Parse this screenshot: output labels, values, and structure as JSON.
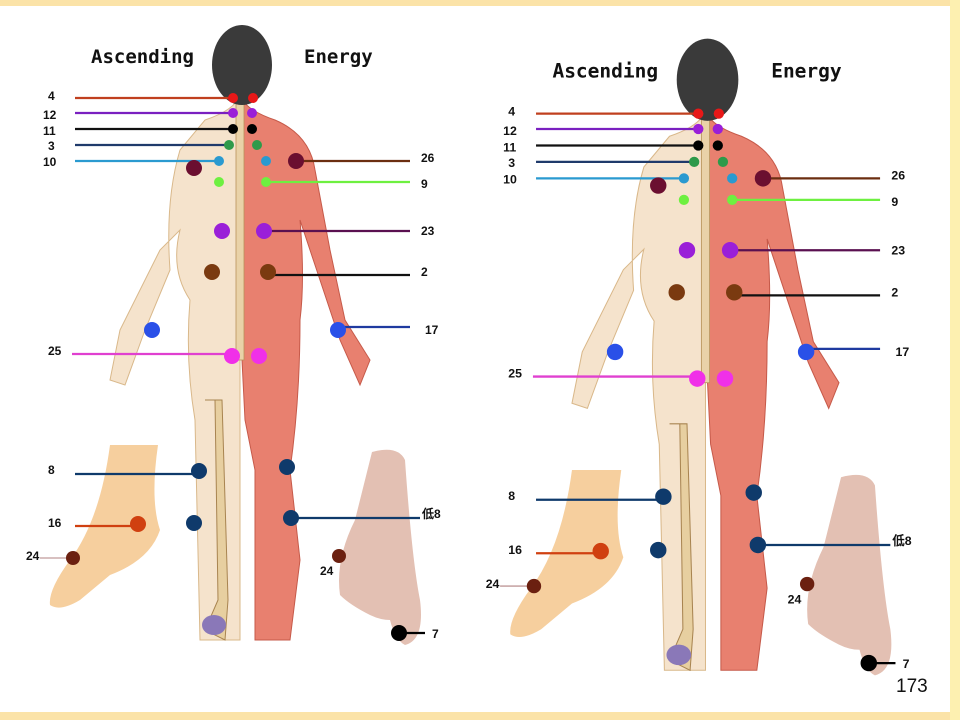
{
  "slide": {
    "page_number": "173",
    "panels": [
      {
        "title_left": "Ascending",
        "title_right": "Energy"
      },
      {
        "title_left": "Ascending",
        "title_right": "Energy"
      }
    ],
    "markers": [
      {
        "label": "4",
        "color": "#e81818",
        "line_color": "#c0401f"
      },
      {
        "label": "12",
        "color": "#9a1fd8",
        "line_color": "#7a20c0"
      },
      {
        "label": "11",
        "color": "#000000",
        "line_color": "#111111"
      },
      {
        "label": "3",
        "color": "#2e9a4a",
        "line_color": "#1f3a6b"
      },
      {
        "label": "10",
        "color": "#2a9ad0",
        "line_color": "#2a9ad0"
      },
      {
        "label": "26",
        "color": "#6b0f30",
        "line_color": "#6b2e10"
      },
      {
        "label": "9",
        "color": "#6ef040",
        "line_color": "#6ef040"
      },
      {
        "label": "23",
        "color": "#9a1fd8",
        "line_color": "#5a1050"
      },
      {
        "label": "2",
        "color": "#7a3a10",
        "line_color": "#111111"
      },
      {
        "label": "17",
        "color": "#2a50e8",
        "line_color": "#1f3aa0"
      },
      {
        "label": "25",
        "color": "#f030e8",
        "line_color": "#e040d0"
      },
      {
        "label": "8",
        "color": "#0f3a6b",
        "line_color": "#0f3a6b"
      },
      {
        "label": "16",
        "color": "#d04010",
        "line_color": "#d04010"
      },
      {
        "label": "24",
        "color": "#6b2010",
        "line_color": "#b08080"
      },
      {
        "label": "低8",
        "color": "#0f3a6b",
        "line_color": "#0f3a6b"
      },
      {
        "label": "24",
        "color": "#6b2010",
        "line_color": "none"
      },
      {
        "label": "7",
        "color": "#000000",
        "line_color": "#000000"
      }
    ]
  }
}
